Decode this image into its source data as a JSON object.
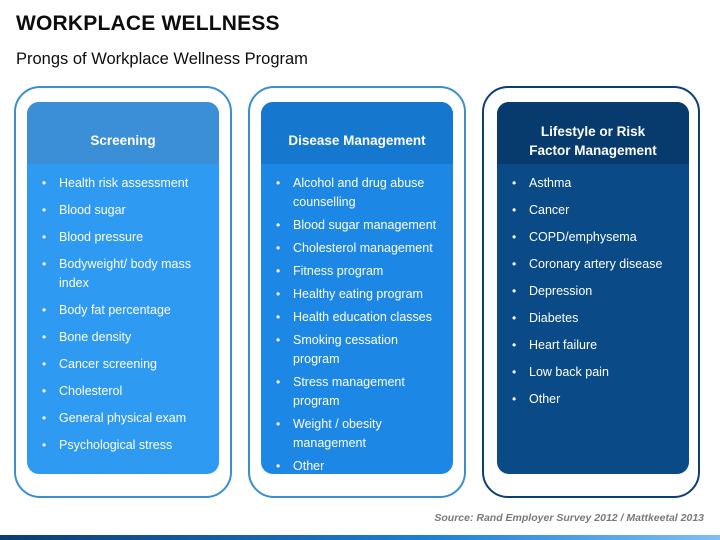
{
  "title": "WORKPLACE WELLNESS",
  "subtitle": "Prongs of Workplace Wellness Program",
  "columns": [
    {
      "heading": "Screening",
      "items": [
        "Health risk assessment",
        "Blood sugar",
        "Blood pressure",
        "Bodyweight/ body mass index",
        "Body fat percentage",
        "Bone density",
        "Cancer screening",
        "Cholesterol",
        "General physical exam",
        "Psychological stress"
      ]
    },
    {
      "heading": "Disease Management",
      "items": [
        "Alcohol and drug abuse counselling",
        "Blood sugar management",
        "Cholesterol management",
        "Fitness program",
        "Healthy eating program",
        "Health education classes",
        "Smoking cessation program",
        "Stress management program",
        "Weight / obesity management",
        "Other"
      ]
    },
    {
      "heading_line1": "Lifestyle or Risk",
      "heading_line2": "Factor Management",
      "items": [
        "Asthma",
        "Cancer",
        "COPD/emphysema",
        "Coronary artery disease",
        "Depression",
        "Diabetes",
        "Heart failure",
        "Low back pain",
        "Other"
      ]
    }
  ],
  "source": "Source: Rand Employer Survey 2012 / Mattkeetal 2013",
  "colors": {
    "column1": "#2f9af1",
    "column2": "#1c87e5",
    "column3": "#0a4a87",
    "outline": "#3a8fd1"
  }
}
